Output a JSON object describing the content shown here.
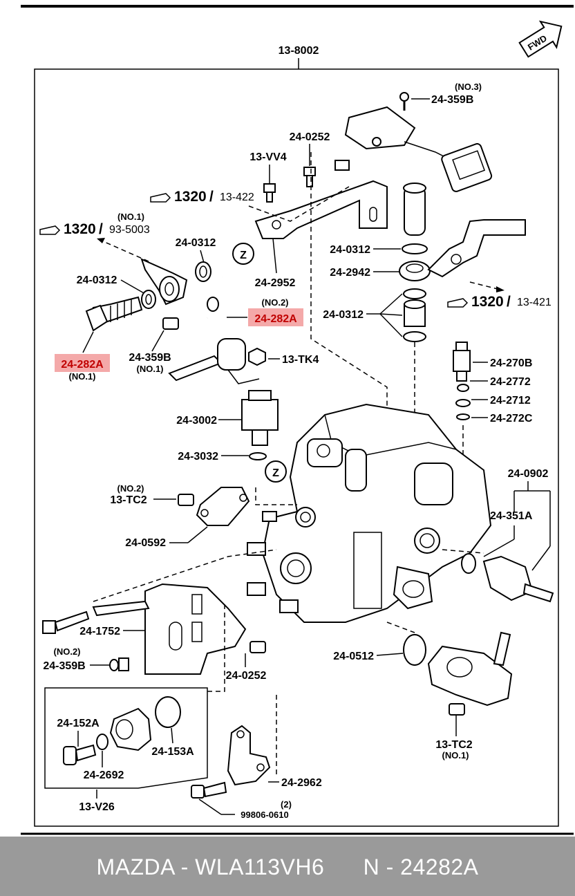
{
  "diagram": {
    "main_assembly": "13-8002",
    "fwd_label": "FWD",
    "z_marker": "Z",
    "references": [
      {
        "code": "1320",
        "sub": "13-422"
      },
      {
        "code": "1320",
        "sub": "93-5003",
        "note": "(NO.1)"
      },
      {
        "code": "1320",
        "sub": "13-421"
      }
    ],
    "labels": {
      "l_24_359B_no3": "24-359B",
      "n_no3": "(NO.3)",
      "l_24_0252_top": "24-0252",
      "l_13_VV4": "13-VV4",
      "l_24_0312_a": "24-0312",
      "l_24_0312_b": "24-0312",
      "l_24_0312_c": "24-0312",
      "l_24_0312_d": "24-0312",
      "l_24_2952": "24-2952",
      "l_24_2942": "24-2942",
      "l_24_282A_no2": "24-282A",
      "n_no2_a": "(NO.2)",
      "l_24_282A_no1": "24-282A",
      "n_no1_a": "(NO.1)",
      "l_24_359B_no1": "24-359B",
      "n_no1_b": "(NO.1)",
      "l_13_TK4": "13-TK4",
      "l_24_270B": "24-270B",
      "l_24_2772": "24-2772",
      "l_24_2712": "24-2712",
      "l_24_272C": "24-272C",
      "l_24_3002": "24-3002",
      "l_24_3032": "24-3032",
      "l_13_TC2_no2": "13-TC2",
      "n_no2_b": "(NO.2)",
      "l_24_0592": "24-0592",
      "l_24_0902": "24-0902",
      "l_24_351A": "24-351A",
      "l_24_1752": "24-1752",
      "l_24_359B_no2": "24-359B",
      "n_no2_c": "(NO.2)",
      "l_24_0252_bot": "24-0252",
      "l_24_0512": "24-0512",
      "l_24_152A": "24-152A",
      "l_24_153A": "24-153A",
      "l_24_2692": "24-2692",
      "l_13_V26": "13-V26",
      "l_13_TC2_no1": "13-TC2",
      "n_no1_c": "(NO.1)",
      "l_24_2962": "24-2962",
      "n_qty2": "(2)",
      "l_99806_0610": "99806-0610"
    }
  },
  "footer": {
    "brand": "MAZDA",
    "model": "WLA113VH6",
    "part": "N - 24282A",
    "text": "MAZDA - WLA113VH6      N - 24282A"
  },
  "colors": {
    "highlight_bg": "#f4a9a9",
    "highlight_text": "#c00000",
    "footer_bg": "#9a9a9a"
  }
}
